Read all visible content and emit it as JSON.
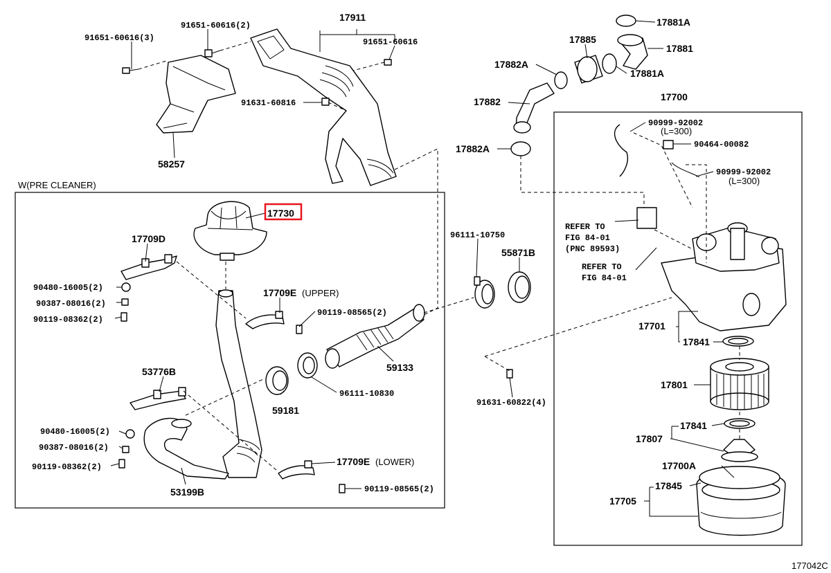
{
  "diagram_id": "177042C",
  "frames": {
    "pre_cleaner_title": "W(PRE CLEANER)"
  },
  "highlight_color": "#e8141c",
  "labels": {
    "p17911": "17911",
    "p91651_60616_3": "91651-60616(3)",
    "p91651_60616_2": "91651-60616(2)",
    "p91651_60616": "91651-60616",
    "p91631_60816": "91631-60816",
    "p58257": "58257",
    "p17730": "17730",
    "p17709D": "17709D",
    "p90480_16005_a": "90480-16005(2)",
    "p90387_08016_a": "90387-08016(2)",
    "p90119_08362_a": "90119-08362(2)",
    "p17709E_upper": "17709E",
    "p17709E_upper_tag": "(UPPER)",
    "p90119_08565_a": "90119-08565(2)",
    "p59133": "59133",
    "p96111_10830": "96111-10830",
    "p59181": "59181",
    "p53776B": "53776B",
    "p90480_16005_b": "90480-16005(2)",
    "p90387_08016_b": "90387-08016(2)",
    "p90119_08362_b": "90119-08362(2)",
    "p17709E_lower": "17709E",
    "p17709E_lower_tag": "(LOWER)",
    "p90119_08565_b": "90119-08565(2)",
    "p53199B": "53199B",
    "p96111_10750": "96111-10750",
    "p55871B": "55871B",
    "p91631_60822_4": "91631-60822(4)",
    "p17881A_top": "17881A",
    "p17885": "17885",
    "p17881": "17881",
    "p17882A_top": "17882A",
    "p17881A_mid": "17881A",
    "p17882": "17882",
    "p17882A_low": "17882A",
    "p17700": "17700",
    "p90999_92002_a": "90999-92002",
    "p90999_92002_a_len": "(L=300)",
    "p90464_00082": "90464-00082",
    "p90999_92002_b": "90999-92002",
    "p90999_92002_b_len": "(L=300)",
    "ref1_line1": "REFER TO",
    "ref1_line2": "FIG 84-01",
    "ref1_line3": "(PNC 89593)",
    "ref2_line1": "REFER TO",
    "ref2_line2": "FIG 84-01",
    "p17701": "17701",
    "p17841_top": "17841",
    "p17801": "17801",
    "p17841_low": "17841",
    "p17807": "17807",
    "p17700A": "17700A",
    "p17845": "17845",
    "p17705": "17705"
  }
}
